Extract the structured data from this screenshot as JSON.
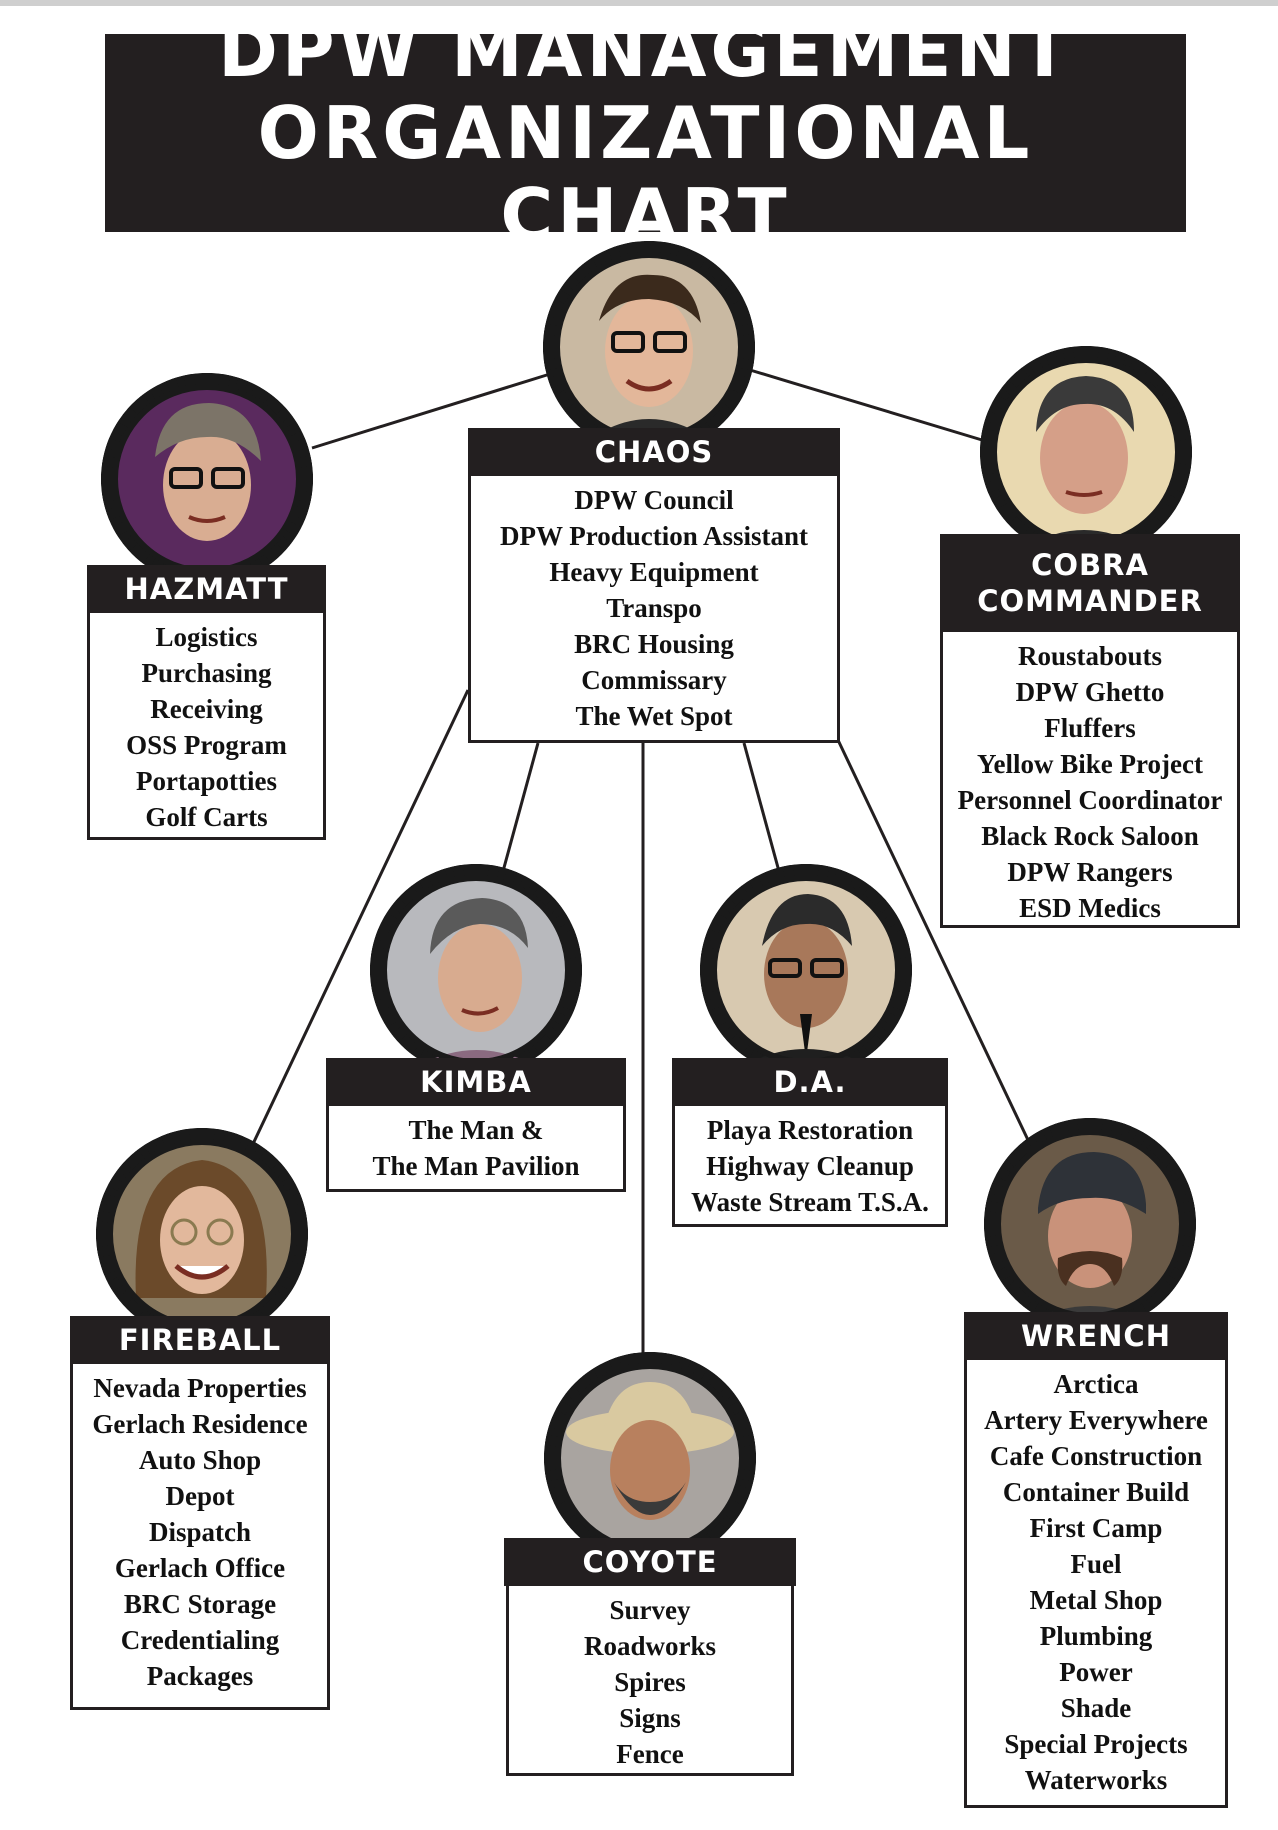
{
  "title": {
    "line1": "DPW MANAGEMENT",
    "line2": "ORGANIZATIONAL CHART"
  },
  "colors": {
    "dark": "#231f20",
    "background": "#ffffff"
  },
  "nodes": {
    "chaos": {
      "name": "CHAOS",
      "items": [
        "DPW Council",
        "DPW Production Assistant",
        "Heavy Equipment",
        "Transpo",
        "BRC Housing",
        "Commissary",
        "The Wet Spot"
      ]
    },
    "hazmatt": {
      "name": "HAZMATT",
      "items": [
        "Logistics",
        "Purchasing",
        "Receiving",
        "OSS Program",
        "Portapotties",
        "Golf Carts"
      ]
    },
    "cobra": {
      "name_line1": "COBRA",
      "name_line2": "COMMANDER",
      "items": [
        "Roustabouts",
        "DPW Ghetto",
        "Fluffers",
        "Yellow Bike Project",
        "Personnel Coordinator",
        "Black Rock Saloon",
        "DPW Rangers",
        "ESD Medics"
      ]
    },
    "kimba": {
      "name": "KIMBA",
      "items": [
        "The Man &",
        "The Man Pavilion"
      ]
    },
    "da": {
      "name": "D.A.",
      "items": [
        "Playa Restoration",
        "Highway Cleanup",
        "Waste Stream T.S.A."
      ]
    },
    "fireball": {
      "name": "FIREBALL",
      "items": [
        "Nevada Properties",
        "Gerlach Residence",
        "Auto Shop",
        "Depot",
        "Dispatch",
        "Gerlach Office",
        "BRC Storage",
        "Credentialing",
        "Packages"
      ]
    },
    "coyote": {
      "name": "COYOTE",
      "items": [
        "Survey",
        "Roadworks",
        "Spires",
        "Signs",
        "Fence"
      ]
    },
    "wrench": {
      "name": "WRENCH",
      "items": [
        "Arctica",
        "Artery Everywhere",
        "Cafe Construction",
        "Container Build",
        "First Camp",
        "Fuel",
        "Metal Shop",
        "Plumbing",
        "Power",
        "Shade",
        "Special Projects",
        "Waterworks"
      ]
    }
  }
}
